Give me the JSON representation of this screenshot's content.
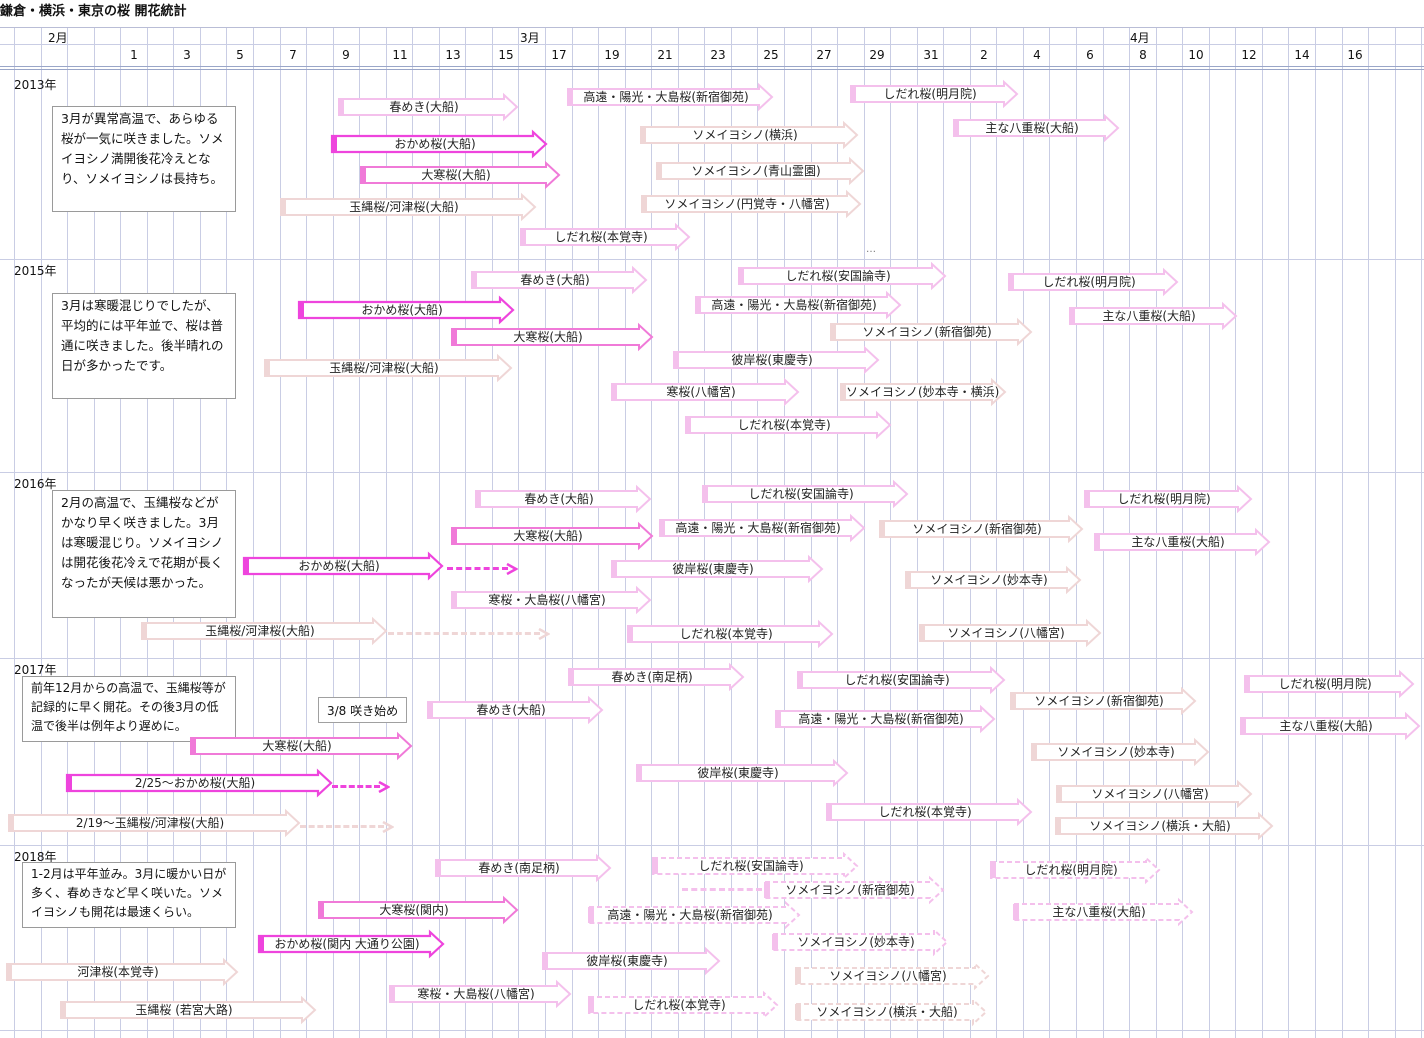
{
  "title": "鎌倉・横浜・東京の桜 開花統計",
  "months": [
    {
      "label": "2月"
    },
    {
      "label": "3月"
    },
    {
      "label": "4月"
    }
  ],
  "days": [
    "1",
    "3",
    "5",
    "7",
    "9",
    "11",
    "13",
    "15",
    "17",
    "19",
    "21",
    "23",
    "25",
    "27",
    "29",
    "31",
    "2",
    "4",
    "6",
    "8",
    "10",
    "12",
    "14",
    "16"
  ],
  "years": [
    {
      "label": "2013年",
      "note": "3月が異常高温で、あらゆる桜が一気に咲きました。ソメイヨシノ満開後花冷えとなり、ソメイヨシノは長持ち。"
    },
    {
      "label": "2015年",
      "note": "3月は寒暖混じりでしたが、平均的には平年並で、桜は普通に咲きました。後半晴れの日が多かったです。"
    },
    {
      "label": "2016年",
      "note": "2月の高温で、玉縄桜などがかなり早く咲きました。3月は寒暖混じり。ソメイヨシノは開花後花冷えで花期が長くなったが天候は悪かった。"
    },
    {
      "label": "2017年",
      "note": "前年12月からの高温で、玉縄桜等が記録的に早く開花。その後3月の低温で後半は例年より遅めに。"
    },
    {
      "label": "2018年",
      "note": "1-2月は平年並み。3月に暖かい日が多く、春めきなど早く咲いた。ソメイヨシノも開花は最速くらい。"
    }
  ],
  "callout_2017": "3/8 咲き始め",
  "colors": {
    "grid": "#c9cde4",
    "strong": "#ee44dd",
    "light": "#f0c6e4",
    "faint": "#efd6d6"
  },
  "bars": [
    {
      "label": "春めき(大船)",
      "style": "light"
    },
    {
      "label": "おかめ桜(大船)",
      "style": "strong"
    },
    {
      "label": "大寒桜(大船)",
      "style": "medium"
    },
    {
      "label": "玉縄桜/河津桜(大船)",
      "style": "faint"
    },
    {
      "label": "しだれ桜(本覚寺)",
      "style": "light"
    },
    {
      "label": "高遠・陽光・大島桜(新宿御苑)",
      "style": "light"
    },
    {
      "label": "ソメイヨシノ(横浜)",
      "style": "faint"
    },
    {
      "label": "ソメイヨシノ(青山霊園)",
      "style": "faint"
    },
    {
      "label": "ソメイヨシノ(円覚寺・八幡宮)",
      "style": "faint"
    },
    {
      "label": "しだれ桜(明月院)",
      "style": "light"
    },
    {
      "label": "主な八重桜(大船)",
      "style": "light"
    },
    {
      "label": "春めき(大船)",
      "style": "light"
    },
    {
      "label": "おかめ桜(大船)",
      "style": "strong"
    },
    {
      "label": "大寒桜(大船)",
      "style": "medium"
    },
    {
      "label": "玉縄桜/河津桜(大船)",
      "style": "faint"
    },
    {
      "label": "しだれ桜(安国論寺)",
      "style": "light"
    },
    {
      "label": "高遠・陽光・大島桜(新宿御苑)",
      "style": "light"
    },
    {
      "label": "ソメイヨシノ(新宿御苑)",
      "style": "faint"
    },
    {
      "label": "彼岸桜(東慶寺)",
      "style": "light"
    },
    {
      "label": "寒桜(八幡宮)",
      "style": "light"
    },
    {
      "label": "ソメイヨシノ(妙本寺・横浜)",
      "style": "faint"
    },
    {
      "label": "しだれ桜(本覚寺)",
      "style": "light"
    },
    {
      "label": "しだれ桜(明月院)",
      "style": "light"
    },
    {
      "label": "主な八重桜(大船)",
      "style": "light"
    },
    {
      "label": "春めき(大船)",
      "style": "light"
    },
    {
      "label": "大寒桜(大船)",
      "style": "medium"
    },
    {
      "label": "おかめ桜(大船)",
      "style": "strong"
    },
    {
      "label": "寒桜・大島桜(八幡宮)",
      "style": "light"
    },
    {
      "label": "玉縄桜/河津桜(大船)",
      "style": "faint"
    },
    {
      "label": "しだれ桜(安国論寺)",
      "style": "light"
    },
    {
      "label": "高遠・陽光・大島桜(新宿御苑)",
      "style": "light"
    },
    {
      "label": "彼岸桜(東慶寺)",
      "style": "light"
    },
    {
      "label": "しだれ桜(本覚寺)",
      "style": "light"
    },
    {
      "label": "ソメイヨシノ(新宿御苑)",
      "style": "faint"
    },
    {
      "label": "ソメイヨシノ(妙本寺)",
      "style": "faint"
    },
    {
      "label": "ソメイヨシノ(八幡宮)",
      "style": "faint"
    },
    {
      "label": "しだれ桜(明月院)",
      "style": "light"
    },
    {
      "label": "主な八重桜(大船)",
      "style": "light"
    },
    {
      "label": "春めき(南足柄)",
      "style": "light"
    },
    {
      "label": "春めき(大船)",
      "style": "light"
    },
    {
      "label": "大寒桜(大船)",
      "style": "medium"
    },
    {
      "label": "2/25～おかめ桜(大船)",
      "style": "strong"
    },
    {
      "label": "2/19～玉縄桜/河津桜(大船)",
      "style": "faint"
    },
    {
      "label": "彼岸桜(東慶寺)",
      "style": "light"
    },
    {
      "label": "しだれ桜(安国論寺)",
      "style": "light"
    },
    {
      "label": "高遠・陽光・大島桜(新宿御苑)",
      "style": "light"
    },
    {
      "label": "しだれ桜(本覚寺)",
      "style": "light"
    },
    {
      "label": "ソメイヨシノ(新宿御苑)",
      "style": "faint"
    },
    {
      "label": "ソメイヨシノ(妙本寺)",
      "style": "faint"
    },
    {
      "label": "ソメイヨシノ(八幡宮)",
      "style": "faint"
    },
    {
      "label": "ソメイヨシノ(横浜・大船)",
      "style": "faint"
    },
    {
      "label": "しだれ桜(明月院)",
      "style": "light"
    },
    {
      "label": "主な八重桜(大船)",
      "style": "light"
    },
    {
      "label": "春めき(南足柄)",
      "style": "light"
    },
    {
      "label": "大寒桜(関内)",
      "style": "medium"
    },
    {
      "label": "おかめ桜(関内 大通り公園)",
      "style": "strong"
    },
    {
      "label": "河津桜(本覚寺)",
      "style": "faint"
    },
    {
      "label": "玉縄桜 (若宮大路)",
      "style": "faint"
    },
    {
      "label": "寒桜・大島桜(八幡宮)",
      "style": "light"
    },
    {
      "label": "彼岸桜(東慶寺)",
      "style": "light"
    },
    {
      "label": "しだれ桜(安国論寺)",
      "style": "dashed"
    },
    {
      "label": "ソメイヨシノ(新宿御苑)",
      "style": "dashed"
    },
    {
      "label": "高遠・陽光・大島桜(新宿御苑)",
      "style": "dashed"
    },
    {
      "label": "ソメイヨシノ(妙本寺)",
      "style": "dashed"
    },
    {
      "label": "ソメイヨシノ(八幡宮)",
      "style": "dashedfaint"
    },
    {
      "label": "しだれ桜(本覚寺)",
      "style": "dashed"
    },
    {
      "label": "ソメイヨシノ(横浜・大船)",
      "style": "dashedfaint"
    },
    {
      "label": "しだれ桜(明月院)",
      "style": "dashed"
    },
    {
      "label": "主な八重桜(大船)",
      "style": "dashed"
    }
  ]
}
